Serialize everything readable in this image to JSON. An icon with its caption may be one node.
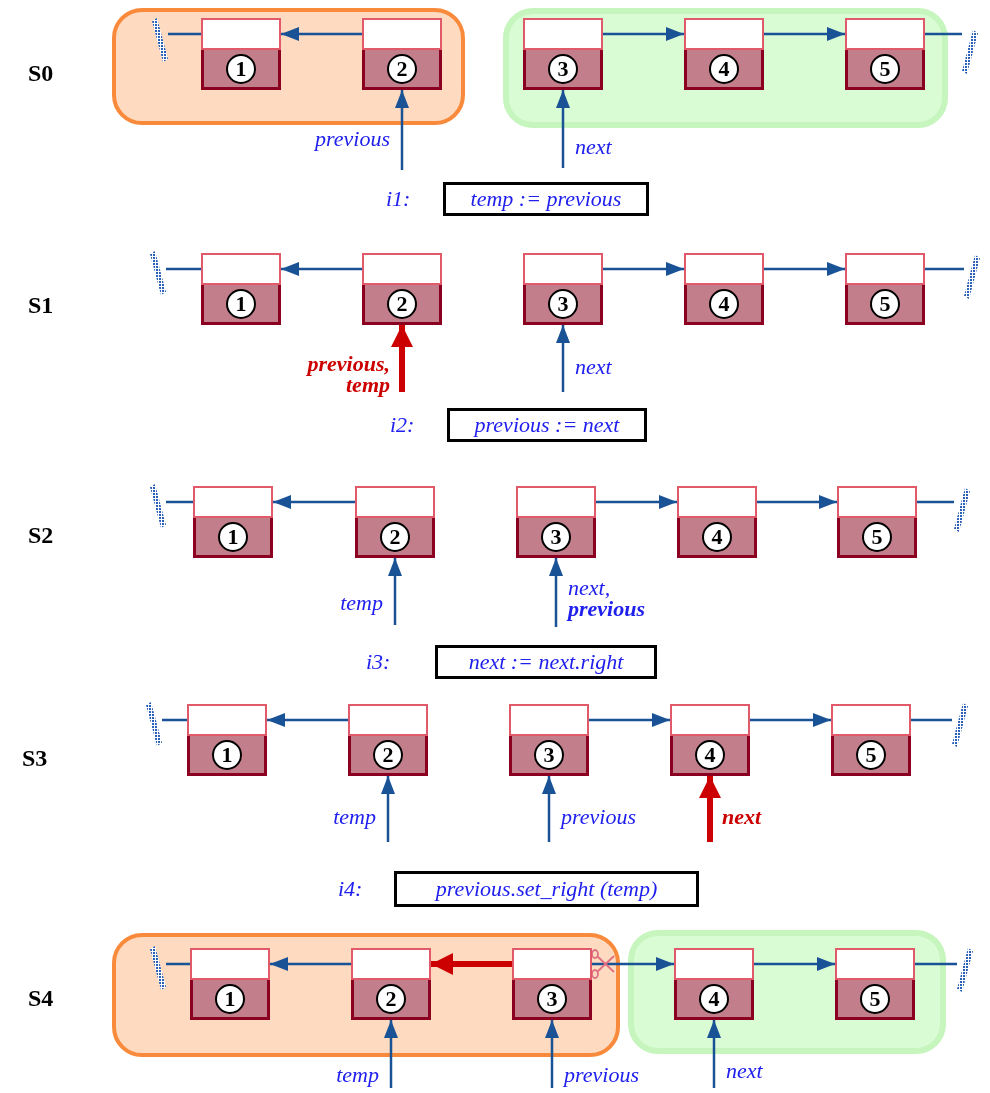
{
  "diagram": {
    "nodes": [
      {
        "text": [],
        "shape": "box"
      },
      {
        "text": [],
        "shape": "bar",
        "in": 0
      },
      {
        "text": [
          "1"
        ],
        "in": 0
      },
      {
        "text": [
          "2"
        ],
        "in": 0
      },
      {
        "text": [],
        "shape": "box"
      },
      {
        "text": [
          "3"
        ],
        "in": 4
      },
      {
        "text": [
          "4"
        ],
        "in": 4
      },
      {
        "text": [
          "5"
        ],
        "in": 4
      },
      {
        "text": [],
        "shape": "bar"
      },
      {
        "text": [
          "temp := previous"
        ],
        "beside": [
          "i1:"
        ]
      },
      {
        "text": [],
        "shape": "bar"
      },
      {
        "text": [
          "1"
        ]
      },
      {
        "text": [
          "2"
        ]
      },
      {
        "text": [
          "3"
        ]
      },
      {
        "text": [
          "4"
        ]
      },
      {
        "text": [
          "5"
        ]
      },
      {
        "text": [],
        "shape": "bar"
      },
      {
        "text": [
          "previous := next"
        ],
        "beside": [
          "i2:"
        ]
      },
      {
        "text": [],
        "shape": "bar"
      },
      {
        "text": [
          "1"
        ]
      },
      {
        "text": [
          "2"
        ]
      },
      {
        "text": [
          "3"
        ]
      },
      {
        "text": [
          "4"
        ]
      },
      {
        "text": [
          "5"
        ]
      },
      {
        "text": [],
        "shape": "bar"
      },
      {
        "text": [
          "next := next.right"
        ],
        "beside": [
          "i3:"
        ]
      },
      {
        "text": [],
        "shape": "bar"
      },
      {
        "text": [
          "1"
        ]
      },
      {
        "text": [
          "2"
        ]
      },
      {
        "text": [
          "3"
        ]
      },
      {
        "text": [
          "4"
        ]
      },
      {
        "text": [
          "5"
        ]
      },
      {
        "text": [],
        "shape": "bar"
      },
      {
        "text": [
          "previous.set_right (temp)"
        ],
        "beside": [
          "i4:"
        ]
      },
      {
        "text": [],
        "shape": "box"
      },
      {
        "text": [],
        "shape": "bar",
        "in": 34
      },
      {
        "text": [
          "1"
        ],
        "in": 34
      },
      {
        "text": [
          "2"
        ],
        "in": 34
      },
      {
        "text": [
          "3"
        ],
        "in": 34
      },
      {
        "text": [],
        "shape": "box"
      },
      {
        "text": [
          "4"
        ],
        "in": 39
      },
      {
        "text": [
          "5"
        ],
        "in": 39
      },
      {
        "text": [],
        "shape": "bar"
      }
    ],
    "edges": [
      {
        "from": 2,
        "to": 1,
        "arrow": "none"
      },
      {
        "from": 3,
        "to": 2,
        "arrow": "to"
      },
      {
        "from": 5,
        "to": 6,
        "arrow": "to"
      },
      {
        "from": 6,
        "to": 7,
        "arrow": "to"
      },
      {
        "from": 7,
        "to": 8,
        "arrow": "none"
      },
      {
        "from": null,
        "to": 3,
        "arrow": "to",
        "label": "previous"
      },
      {
        "from": null,
        "to": 5,
        "arrow": "to",
        "label": "next"
      },
      {
        "from": 11,
        "to": 10,
        "arrow": "none"
      },
      {
        "from": 12,
        "to": 11,
        "arrow": "to"
      },
      {
        "from": 13,
        "to": 14,
        "arrow": "to"
      },
      {
        "from": 14,
        "to": 15,
        "arrow": "to"
      },
      {
        "from": 15,
        "to": 16,
        "arrow": "none"
      },
      {
        "from": null,
        "to": 12,
        "arrow": "to",
        "label": "previous, **temp**",
        "style": "thick",
        "color": "#cc0000"
      },
      {
        "from": null,
        "to": 13,
        "arrow": "to",
        "label": "next"
      },
      {
        "from": 19,
        "to": 18,
        "arrow": "none"
      },
      {
        "from": 20,
        "to": 19,
        "arrow": "to"
      },
      {
        "from": 21,
        "to": 22,
        "arrow": "to"
      },
      {
        "from": 22,
        "to": 23,
        "arrow": "to"
      },
      {
        "from": 23,
        "to": 24,
        "arrow": "none"
      },
      {
        "from": null,
        "to": 20,
        "arrow": "to",
        "label": "temp"
      },
      {
        "from": null,
        "to": 21,
        "arrow": "to",
        "label": "next, **previous**"
      },
      {
        "from": 27,
        "to": 26,
        "arrow": "none"
      },
      {
        "from": 28,
        "to": 27,
        "arrow": "to"
      },
      {
        "from": 29,
        "to": 30,
        "arrow": "to"
      },
      {
        "from": 30,
        "to": 31,
        "arrow": "to"
      },
      {
        "from": 31,
        "to": 32,
        "arrow": "none"
      },
      {
        "from": null,
        "to": 28,
        "arrow": "to",
        "label": "temp"
      },
      {
        "from": null,
        "to": 29,
        "arrow": "to",
        "label": "previous"
      },
      {
        "from": null,
        "to": 30,
        "arrow": "to",
        "label": "next",
        "style": "thick",
        "color": "#cc0000"
      },
      {
        "from": 36,
        "to": 35,
        "arrow": "none"
      },
      {
        "from": 37,
        "to": 36,
        "arrow": "to"
      },
      {
        "from": 38,
        "to": 37,
        "arrow": "to",
        "style": "thick",
        "color": "#cc0000"
      },
      {
        "from": 38,
        "to": 40,
        "arrow": "to"
      },
      {
        "from": 40,
        "to": 41,
        "arrow": "to"
      },
      {
        "from": 41,
        "to": 42,
        "arrow": "none"
      },
      {
        "from": null,
        "to": 37,
        "arrow": "to",
        "label": "temp"
      },
      {
        "from": null,
        "to": 38,
        "arrow": "to",
        "label": "previous"
      },
      {
        "from": null,
        "to": 40,
        "arrow": "to",
        "label": "next"
      }
    ],
    "labels": [
      "S0",
      "S1",
      "S2",
      "S3",
      "S4"
    ]
  }
}
